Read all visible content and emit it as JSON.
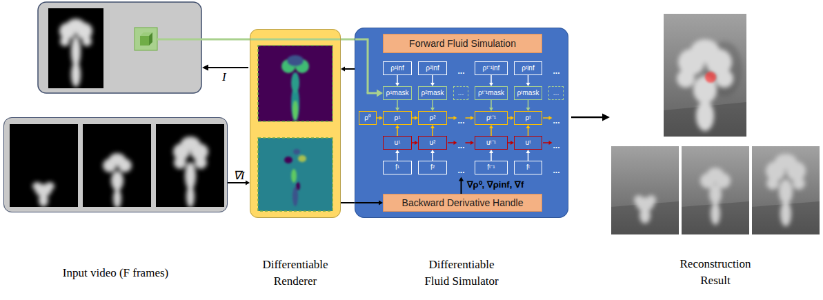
{
  "diagram": {
    "nodes": [
      {
        "text": [
          "Input video (F frames)"
        ]
      },
      {
        "text": [
          "Differentiable Renderer"
        ]
      },
      {
        "text": [
          "Differentiable Fluid Simulator"
        ]
      },
      {
        "text": [
          "Forward Fluid Simulation"
        ],
        "in": 2
      },
      {
        "text": [
          "ρ¹inf"
        ],
        "in": 2
      },
      {
        "text": [
          "ρ²inf"
        ],
        "in": 2
      },
      {
        "text": [
          "ρᵗ⁻¹inf"
        ],
        "in": 2
      },
      {
        "text": [
          "ρᵗinf"
        ],
        "in": 2
      },
      {
        "text": [
          "ρ¹mask"
        ],
        "in": 2
      },
      {
        "text": [
          "ρ²mask"
        ],
        "in": 2
      },
      {
        "text": [
          "..."
        ],
        "in": 2
      },
      {
        "text": [
          "ρᵗ⁻¹mask"
        ],
        "in": 2
      },
      {
        "text": [
          "ρᵗmask"
        ],
        "in": 2
      },
      {
        "text": [
          "..."
        ],
        "in": 2
      },
      {
        "text": [
          "ρ⁰"
        ],
        "in": 2
      },
      {
        "text": [
          "ρ¹"
        ],
        "in": 2
      },
      {
        "text": [
          "ρ²"
        ],
        "in": 2
      },
      {
        "text": [
          "ρᵗ⁻¹"
        ],
        "in": 2
      },
      {
        "text": [
          "ρᵗ"
        ],
        "in": 2
      },
      {
        "text": [
          "u¹"
        ],
        "in": 2
      },
      {
        "text": [
          "u²"
        ],
        "in": 2
      },
      {
        "text": [
          "uᵗ⁻¹"
        ],
        "in": 2
      },
      {
        "text": [
          "uᵗ"
        ],
        "in": 2
      },
      {
        "text": [
          "f¹"
        ],
        "in": 2
      },
      {
        "text": [
          "f²"
        ],
        "in": 2
      },
      {
        "text": [
          "fᵗ⁻¹"
        ],
        "in": 2
      },
      {
        "text": [
          "fᵗ"
        ],
        "in": 2
      },
      {
        "text": [
          "Backward Derivative Handle"
        ],
        "in": 2
      }
    ],
    "edges": [
      {
        "from": 0,
        "to": 1,
        "label": "∇I",
        "arrow": "to"
      },
      {
        "from": 2,
        "to": 1,
        "arrow": "to"
      },
      {
        "from": 1,
        "to": 27,
        "arrow": "to"
      },
      {
        "from": 4,
        "to": 8,
        "arrow": "to"
      },
      {
        "from": 5,
        "to": 9,
        "arrow": "to"
      },
      {
        "from": 6,
        "to": 11,
        "arrow": "to"
      },
      {
        "from": 7,
        "to": 12,
        "arrow": "to"
      },
      {
        "from": 8,
        "to": 15,
        "arrow": "to"
      },
      {
        "from": 9,
        "to": 16,
        "arrow": "to"
      },
      {
        "from": 11,
        "to": 17,
        "arrow": "to"
      },
      {
        "from": 12,
        "to": 18,
        "arrow": "to"
      },
      {
        "from": 14,
        "to": 15,
        "arrow": "to"
      },
      {
        "from": 15,
        "to": 16,
        "arrow": "to"
      },
      {
        "from": 17,
        "to": 18,
        "arrow": "to"
      },
      {
        "from": 19,
        "to": 15,
        "arrow": "to"
      },
      {
        "from": 20,
        "to": 16,
        "arrow": "to"
      },
      {
        "from": 21,
        "to": 17,
        "arrow": "to"
      },
      {
        "from": 22,
        "to": 18,
        "arrow": "to"
      },
      {
        "from": 19,
        "to": 20,
        "arrow": "to"
      },
      {
        "from": 21,
        "to": 22,
        "arrow": "to"
      },
      {
        "from": 23,
        "to": 19,
        "arrow": "to"
      },
      {
        "from": 24,
        "to": 20,
        "arrow": "to"
      },
      {
        "from": 25,
        "to": 21,
        "arrow": "to"
      },
      {
        "from": 26,
        "to": 22,
        "arrow": "to"
      }
    ],
    "labels": [
      "I",
      "...",
      "...",
      "...",
      "...",
      "...",
      "...",
      "...",
      "...",
      "∇ρ⁰, ∇ρinf, ∇f",
      "Reconstruction Result"
    ]
  }
}
